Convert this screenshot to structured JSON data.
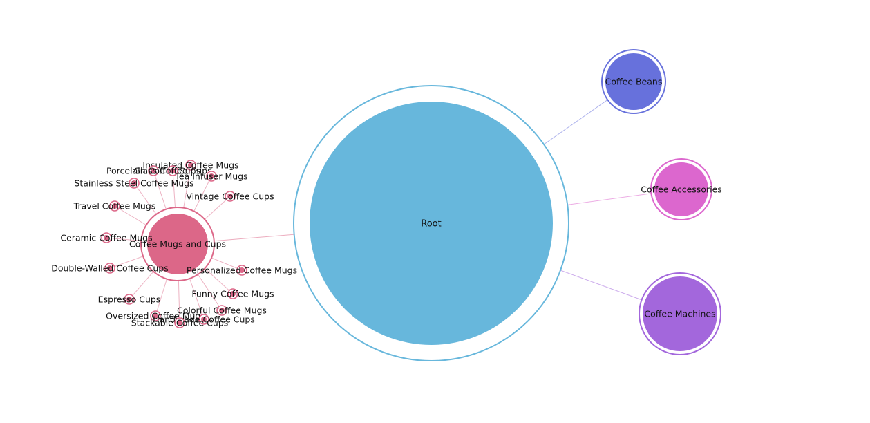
{
  "diagram": {
    "root": {
      "label": "Root",
      "color": "#67b7dc"
    },
    "categories": [
      {
        "id": "beans",
        "label": "Coffee Beans",
        "color": "#6771dc"
      },
      {
        "id": "accessories",
        "label": "Coffee Accessories",
        "color": "#dc67ce"
      },
      {
        "id": "machines",
        "label": "Coffee Machines",
        "color": "#a367dc"
      },
      {
        "id": "mugs",
        "label": "Coffee Mugs and Cups",
        "color": "#dc6788",
        "children": [
          {
            "label": "Insulated Coffee Mugs"
          },
          {
            "label": "Porcelain Coffee Cups"
          },
          {
            "label": "Glass Coffee Cups"
          },
          {
            "label": "Tea Infuser Mugs"
          },
          {
            "label": "Stainless Steel Coffee Mugs"
          },
          {
            "label": "Vintage Coffee Cups"
          },
          {
            "label": "Travel Coffee Mugs"
          },
          {
            "label": "Ceramic Coffee Mugs"
          },
          {
            "label": "Double-Walled Coffee Cups"
          },
          {
            "label": "Personalized Coffee Mugs"
          },
          {
            "label": "Funny Coffee Mugs"
          },
          {
            "label": "Espresso Cups"
          },
          {
            "label": "Colorful Coffee Mugs"
          },
          {
            "label": "Oversized Coffee Mugs"
          },
          {
            "label": "Handmade Coffee Cups"
          },
          {
            "label": "Stackable Coffee Cups"
          }
        ]
      }
    ]
  }
}
